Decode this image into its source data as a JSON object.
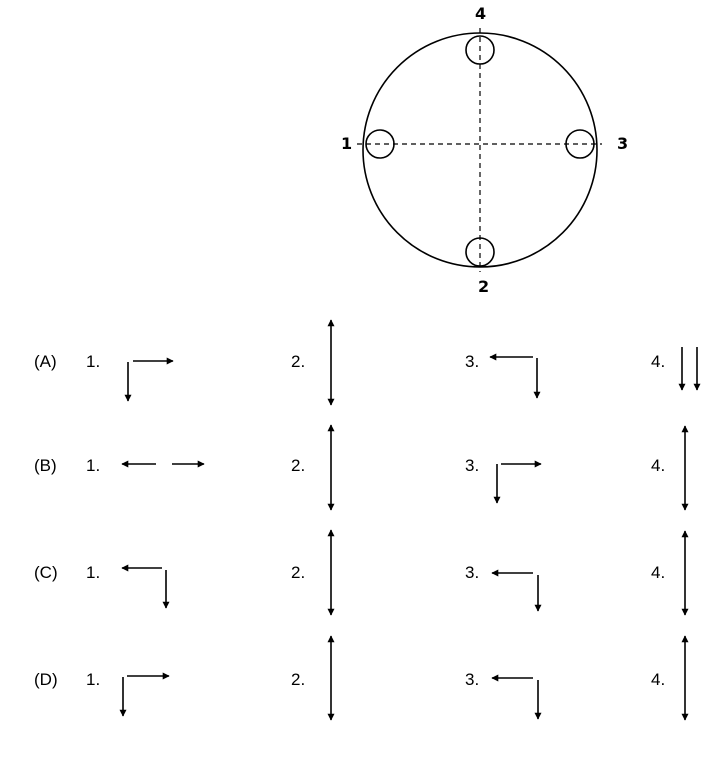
{
  "figure": {
    "positions": [
      "1",
      "2",
      "3",
      "4"
    ]
  },
  "options": [
    {
      "letter": "(A)",
      "labels": [
        "1.",
        "2.",
        "3.",
        "4."
      ]
    },
    {
      "letter": "(B)",
      "labels": [
        "1.",
        "2.",
        "3.",
        "4."
      ]
    },
    {
      "letter": "(C)",
      "labels": [
        "1.",
        "2.",
        "3.",
        "4."
      ]
    },
    {
      "letter": "(D)",
      "labels": [
        "1.",
        "2.",
        "3.",
        "4."
      ]
    }
  ]
}
